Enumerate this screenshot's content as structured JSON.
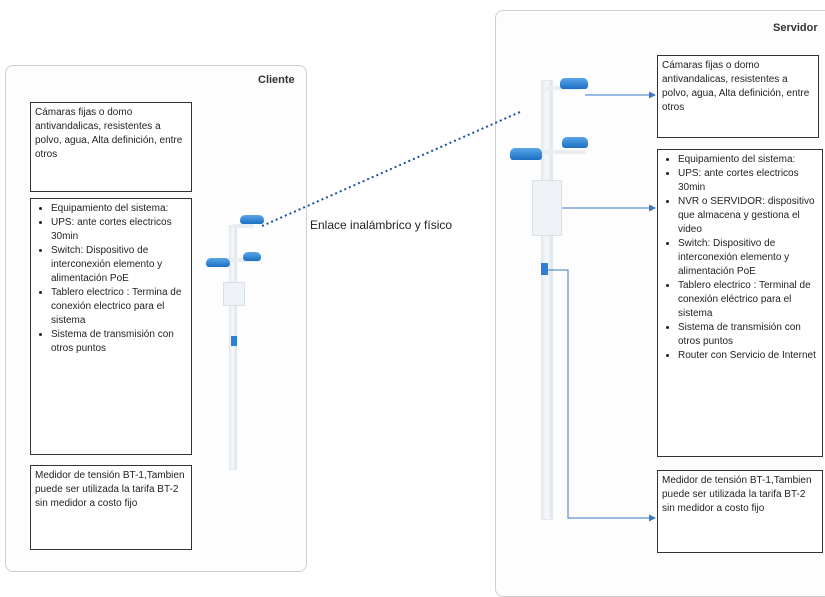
{
  "link_label": "Enlace inalámbrico y físico",
  "cliente": {
    "title": "Cliente",
    "cameras_text": "Cámaras fijas o domo antivandalicas, resistentes a polvo, agua, Alta definición, entre otros",
    "equipment": [
      "Equipamiento del sistema:",
      "UPS: ante cortes electricos 30min",
      "Switch: Dispositivo de interconexión elemento y alimentación PoE",
      "Tablero electrico : Termina de conexión electrico para el sistema",
      "Sistema de transmisión con otros puntos"
    ],
    "meter_text": "Medidor de tensión BT-1,Tambien puede ser utilizada la tarifa BT-2 sin medidor a costo fijo"
  },
  "servidor": {
    "title": "Servidor",
    "cameras_text": "Cámaras fijas o domo antivandalicas, resistentes a polvo, agua, Alta definición, entre otros",
    "equipment": [
      "Equipamiento del sistema:",
      "UPS: ante cortes electricos 30min",
      "NVR o SERVIDOR: dispositivo que almacena y gestiona el video",
      "Switch: Dispositivo de interconexión elemento y alimentación PoE",
      "Tablero electrico : Terminal de conexión eléctrico para el sistema",
      "Sistema de transmisión con otros puntos",
      "Router con Servicio de Internet"
    ],
    "meter_text": "Medidor de tensión BT-1,Tambien puede ser utilizada la tarifa BT-2 sin medidor a costo fijo"
  },
  "colors": {
    "camera": "#1e6fc4",
    "connector": "#3b79c3",
    "link": "#1f4fa3"
  }
}
